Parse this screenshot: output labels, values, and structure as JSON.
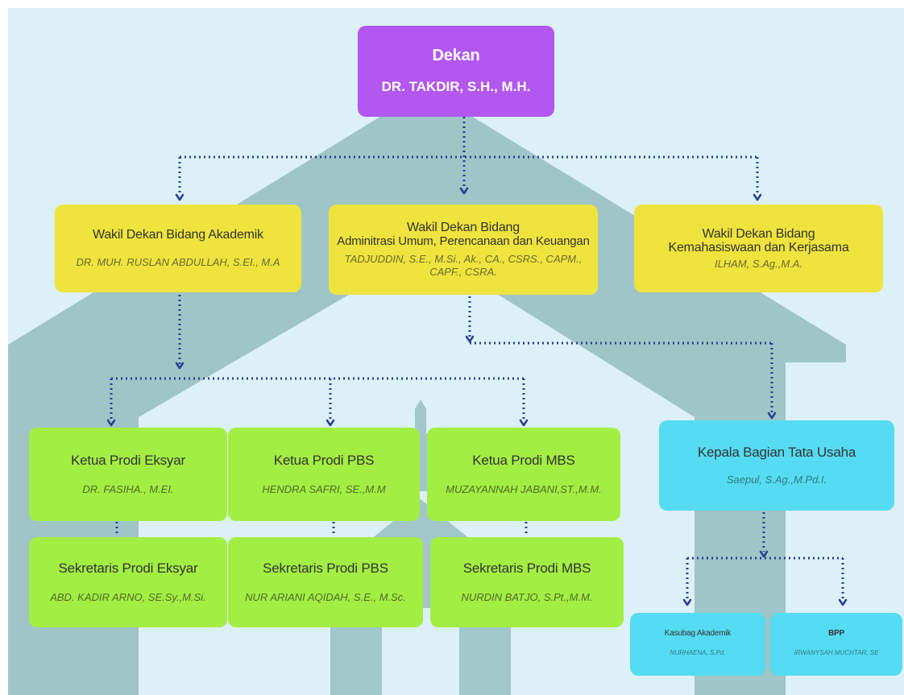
{
  "chart_title": "",
  "colors": {
    "background": "#dcf0f7",
    "dean": "#b257f0",
    "vice": "#efe33d",
    "prodi": "#a3ee43",
    "admin": "#55dcf2",
    "connector": "#2a3f8f",
    "watermark": "#1e6b63"
  },
  "dekan": {
    "title": "Dekan",
    "name": "DR. TAKDIR, S.H., M.H."
  },
  "wakil_akademik": {
    "title": "Wakil Dekan Bidang Akademik",
    "name": "DR. MUH. RUSLAN ABDULLAH, S.EI., M.A"
  },
  "wakil_administrasi": {
    "title_line1": "Wakil Dekan Bidang",
    "title_line2": "Adminitrasi Umum, Perencanaan dan Keuangan",
    "name_line1": "TADJUDDIN, S.E., M.Si., Ak., CA., CSRS., CAPM.,",
    "name_line2": "CAPF., CSRA."
  },
  "wakil_kemahasiswaan": {
    "title_line1": "Wakil Dekan Bidang",
    "title_line2": "Kemahasiswaan dan Kerjasama",
    "name": "ILHAM, S.Ag.,M.A."
  },
  "ketua_eksyar": {
    "title": "Ketua Prodi  Eksyar",
    "name": "DR. FASIHA., M.EI."
  },
  "ketua_pbs": {
    "title": "Ketua Prodi  PBS",
    "name": "HENDRA SAFRI, SE.,M.M"
  },
  "ketua_mbs": {
    "title": "Ketua Prodi  MBS",
    "name": "MUZAYANNAH JABANI,ST.,M.M."
  },
  "kepala_tu": {
    "title": "Kepala Bagian Tata Usaha",
    "name": "Saepul, S.Ag.,M.Pd.I."
  },
  "sekretaris_eksyar": {
    "title": "Sekretaris  Prodi  Eksyar",
    "name": "ABD. KADIR ARNO, SE.Sy.,M.Si."
  },
  "sekretaris_pbs": {
    "title": "Sekretaris  Prodi  PBS",
    "name": "NUR ARIANI AQIDAH, S.E., M.Sc."
  },
  "sekretaris_mbs": {
    "title": "Sekretaris  Prodi  MBS",
    "name": "NURDIN BATJO, S.Pt.,M.M."
  },
  "kasubag_akademik": {
    "title": "Kasubag Akademik",
    "name": "NURHAENA, S.Pd."
  },
  "bpp": {
    "title": "BPP",
    "name": "IRWANYSAH MUCHTAR, SE"
  }
}
